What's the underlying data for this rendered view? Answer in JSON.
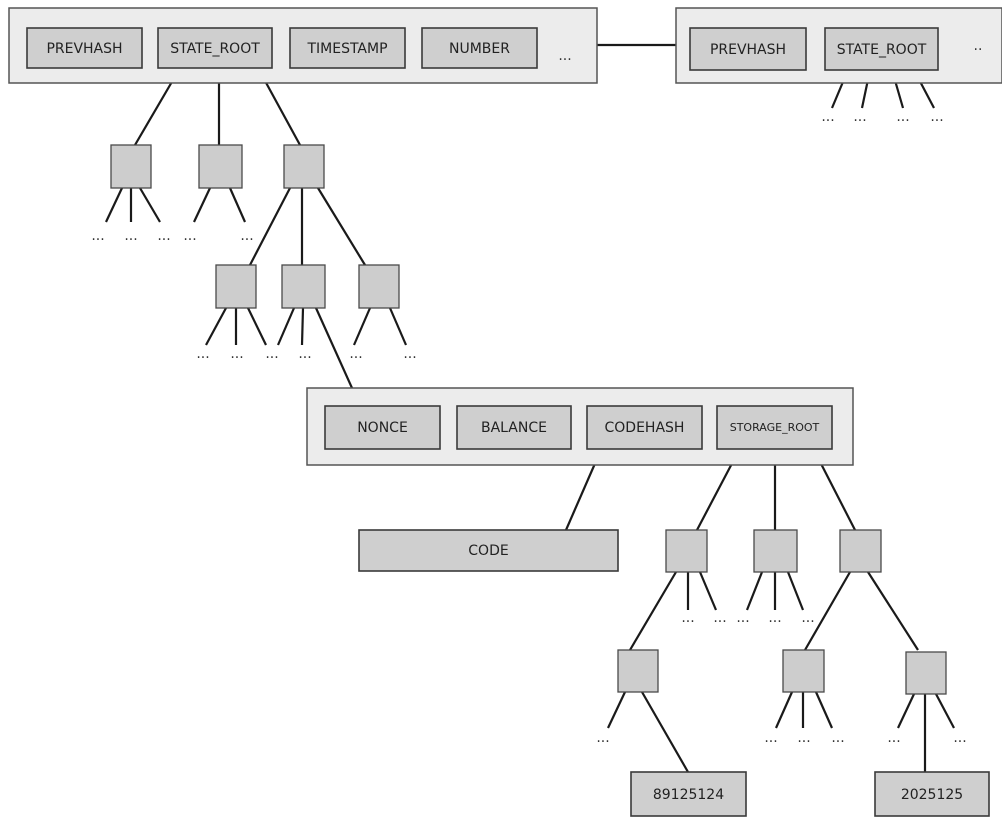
{
  "block1": {
    "fields": [
      "PREVHASH",
      "STATE_ROOT",
      "TIMESTAMP",
      "NUMBER"
    ],
    "ellipsis": "..."
  },
  "block2": {
    "fields": [
      "PREVHASH",
      "STATE_ROOT"
    ],
    "ellipsis": ".."
  },
  "account": {
    "fields": [
      "NONCE",
      "BALANCE",
      "CODEHASH",
      "STORAGE_ROOT"
    ]
  },
  "code_label": "CODE",
  "storage_values": [
    "89125124",
    "2025125"
  ],
  "ellipsis_short": "..."
}
